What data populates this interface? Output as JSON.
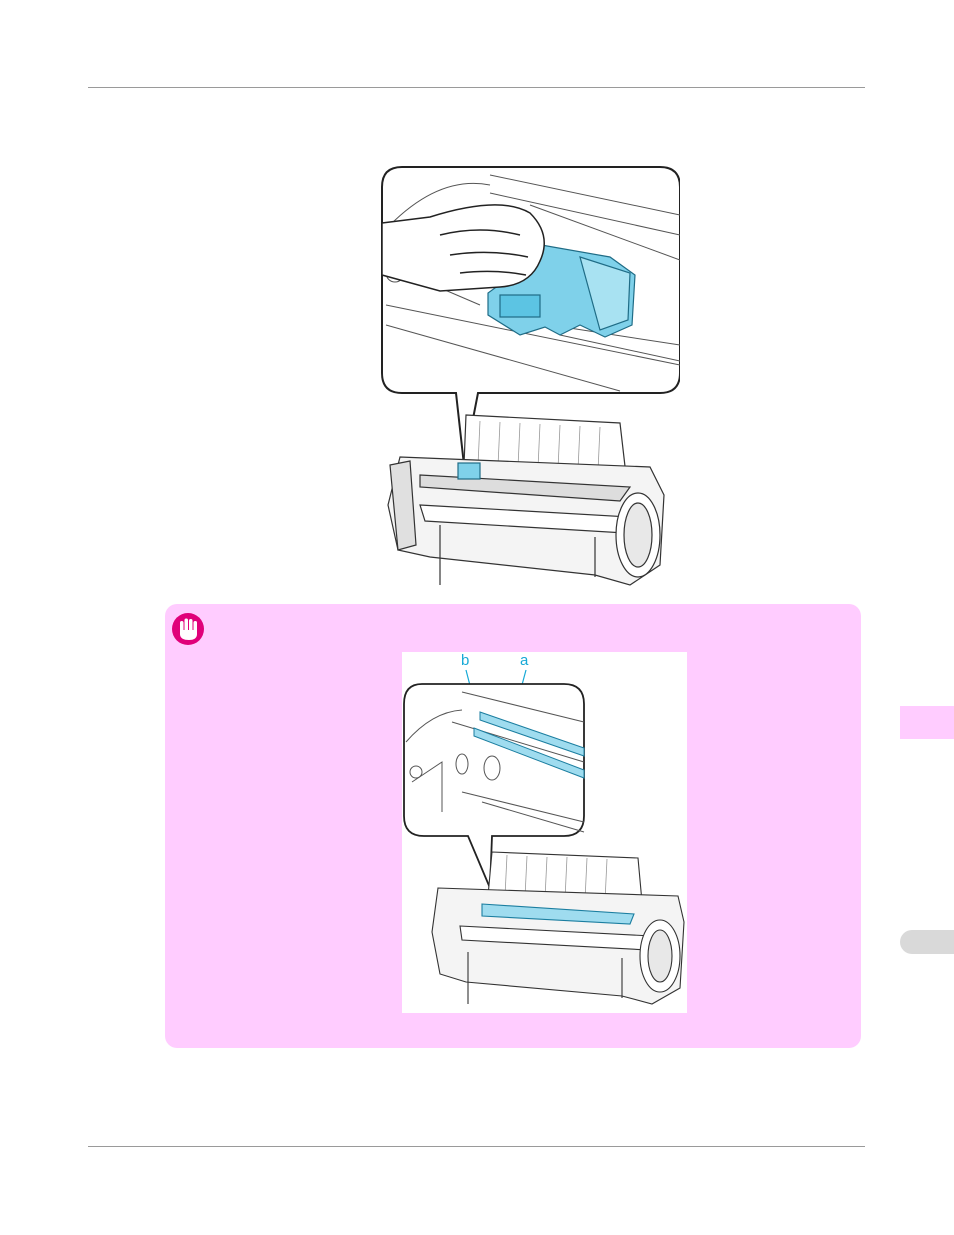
{
  "colors": {
    "accent_blue": "#17a9d6",
    "note_background": "#ffccff",
    "important_icon": "#e0007a",
    "rule": "#9a9a9a"
  },
  "figure1": {
    "icon": "printer-carriage-wipe-illustration"
  },
  "important_note": {
    "icon": "important-hand-icon",
    "figure": {
      "callouts": [
        {
          "label": "b"
        },
        {
          "label": "a"
        }
      ]
    }
  },
  "side_tabs": [
    {
      "state": "active"
    },
    {
      "state": "inactive"
    }
  ]
}
